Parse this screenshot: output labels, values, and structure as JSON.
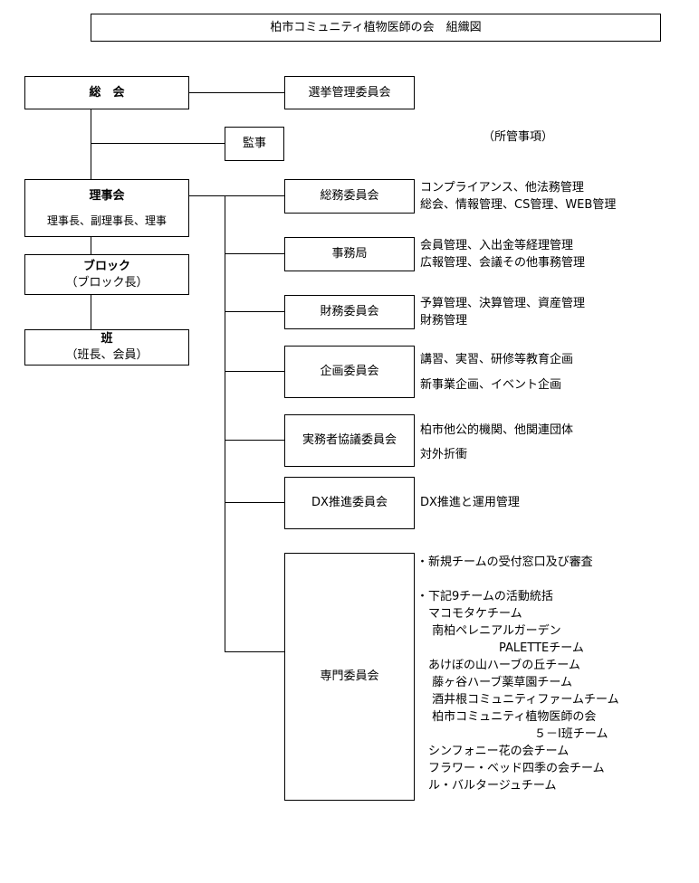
{
  "title": "柏市コミュニティ植物医師の会　組織図",
  "nodes": {
    "general_meeting": "総　会",
    "election": "選挙管理委員会",
    "auditor": "監事",
    "board": "理事会",
    "board_sub": "理事長、副理事長、理事",
    "block": "ブロック",
    "block_sub": "（ブロック長）",
    "han": "班",
    "han_sub": "（班長、会員）",
    "soumu": "総務委員会",
    "jimukyoku": "事務局",
    "zaimu": "財務委員会",
    "kikaku": "企画委員会",
    "jitsumu": "実務者協議委員会",
    "dx": "DX推進委員会",
    "senmon": "専門委員会"
  },
  "duties_label": "（所管事項）",
  "duties": {
    "soumu": [
      "コンプライアンス、他法務管理",
      "総会、情報管理、CS管理、WEB管理"
    ],
    "jimukyoku": [
      "会員管理、入出金等経理管理",
      "広報管理、会議その他事務管理"
    ],
    "zaimu": [
      "予算管理、決算管理、資産管理",
      "財務管理"
    ],
    "kikaku": [
      "講習、実習、研修等教育企画",
      "新事業企画、イベント企画"
    ],
    "jitsumu": [
      "柏市他公的機関、他関連団体",
      "対外折衝"
    ],
    "dx": [
      "DX推進と運用管理"
    ],
    "senmon": [
      "・新規チームの受付窓口及び審査",
      "",
      "・下記9チームの活動統括",
      "　マコモタケチーム",
      "　 南柏ペレニアルガーデン",
      "　　　　　　　PALETTEチーム",
      "　あけぼの山ハーブの丘チーム",
      "　 藤ヶ谷ハーブ薬草園チーム",
      "　 酒井根コミュニティファームチーム",
      "　 柏市コミュニティ植物医師の会",
      "　　　　　　　　　　５－I班チーム",
      "　シンフォニー花の会チーム",
      "　フラワー・ベッド四季の会チーム",
      "　ル・バルタージュチーム"
    ]
  }
}
